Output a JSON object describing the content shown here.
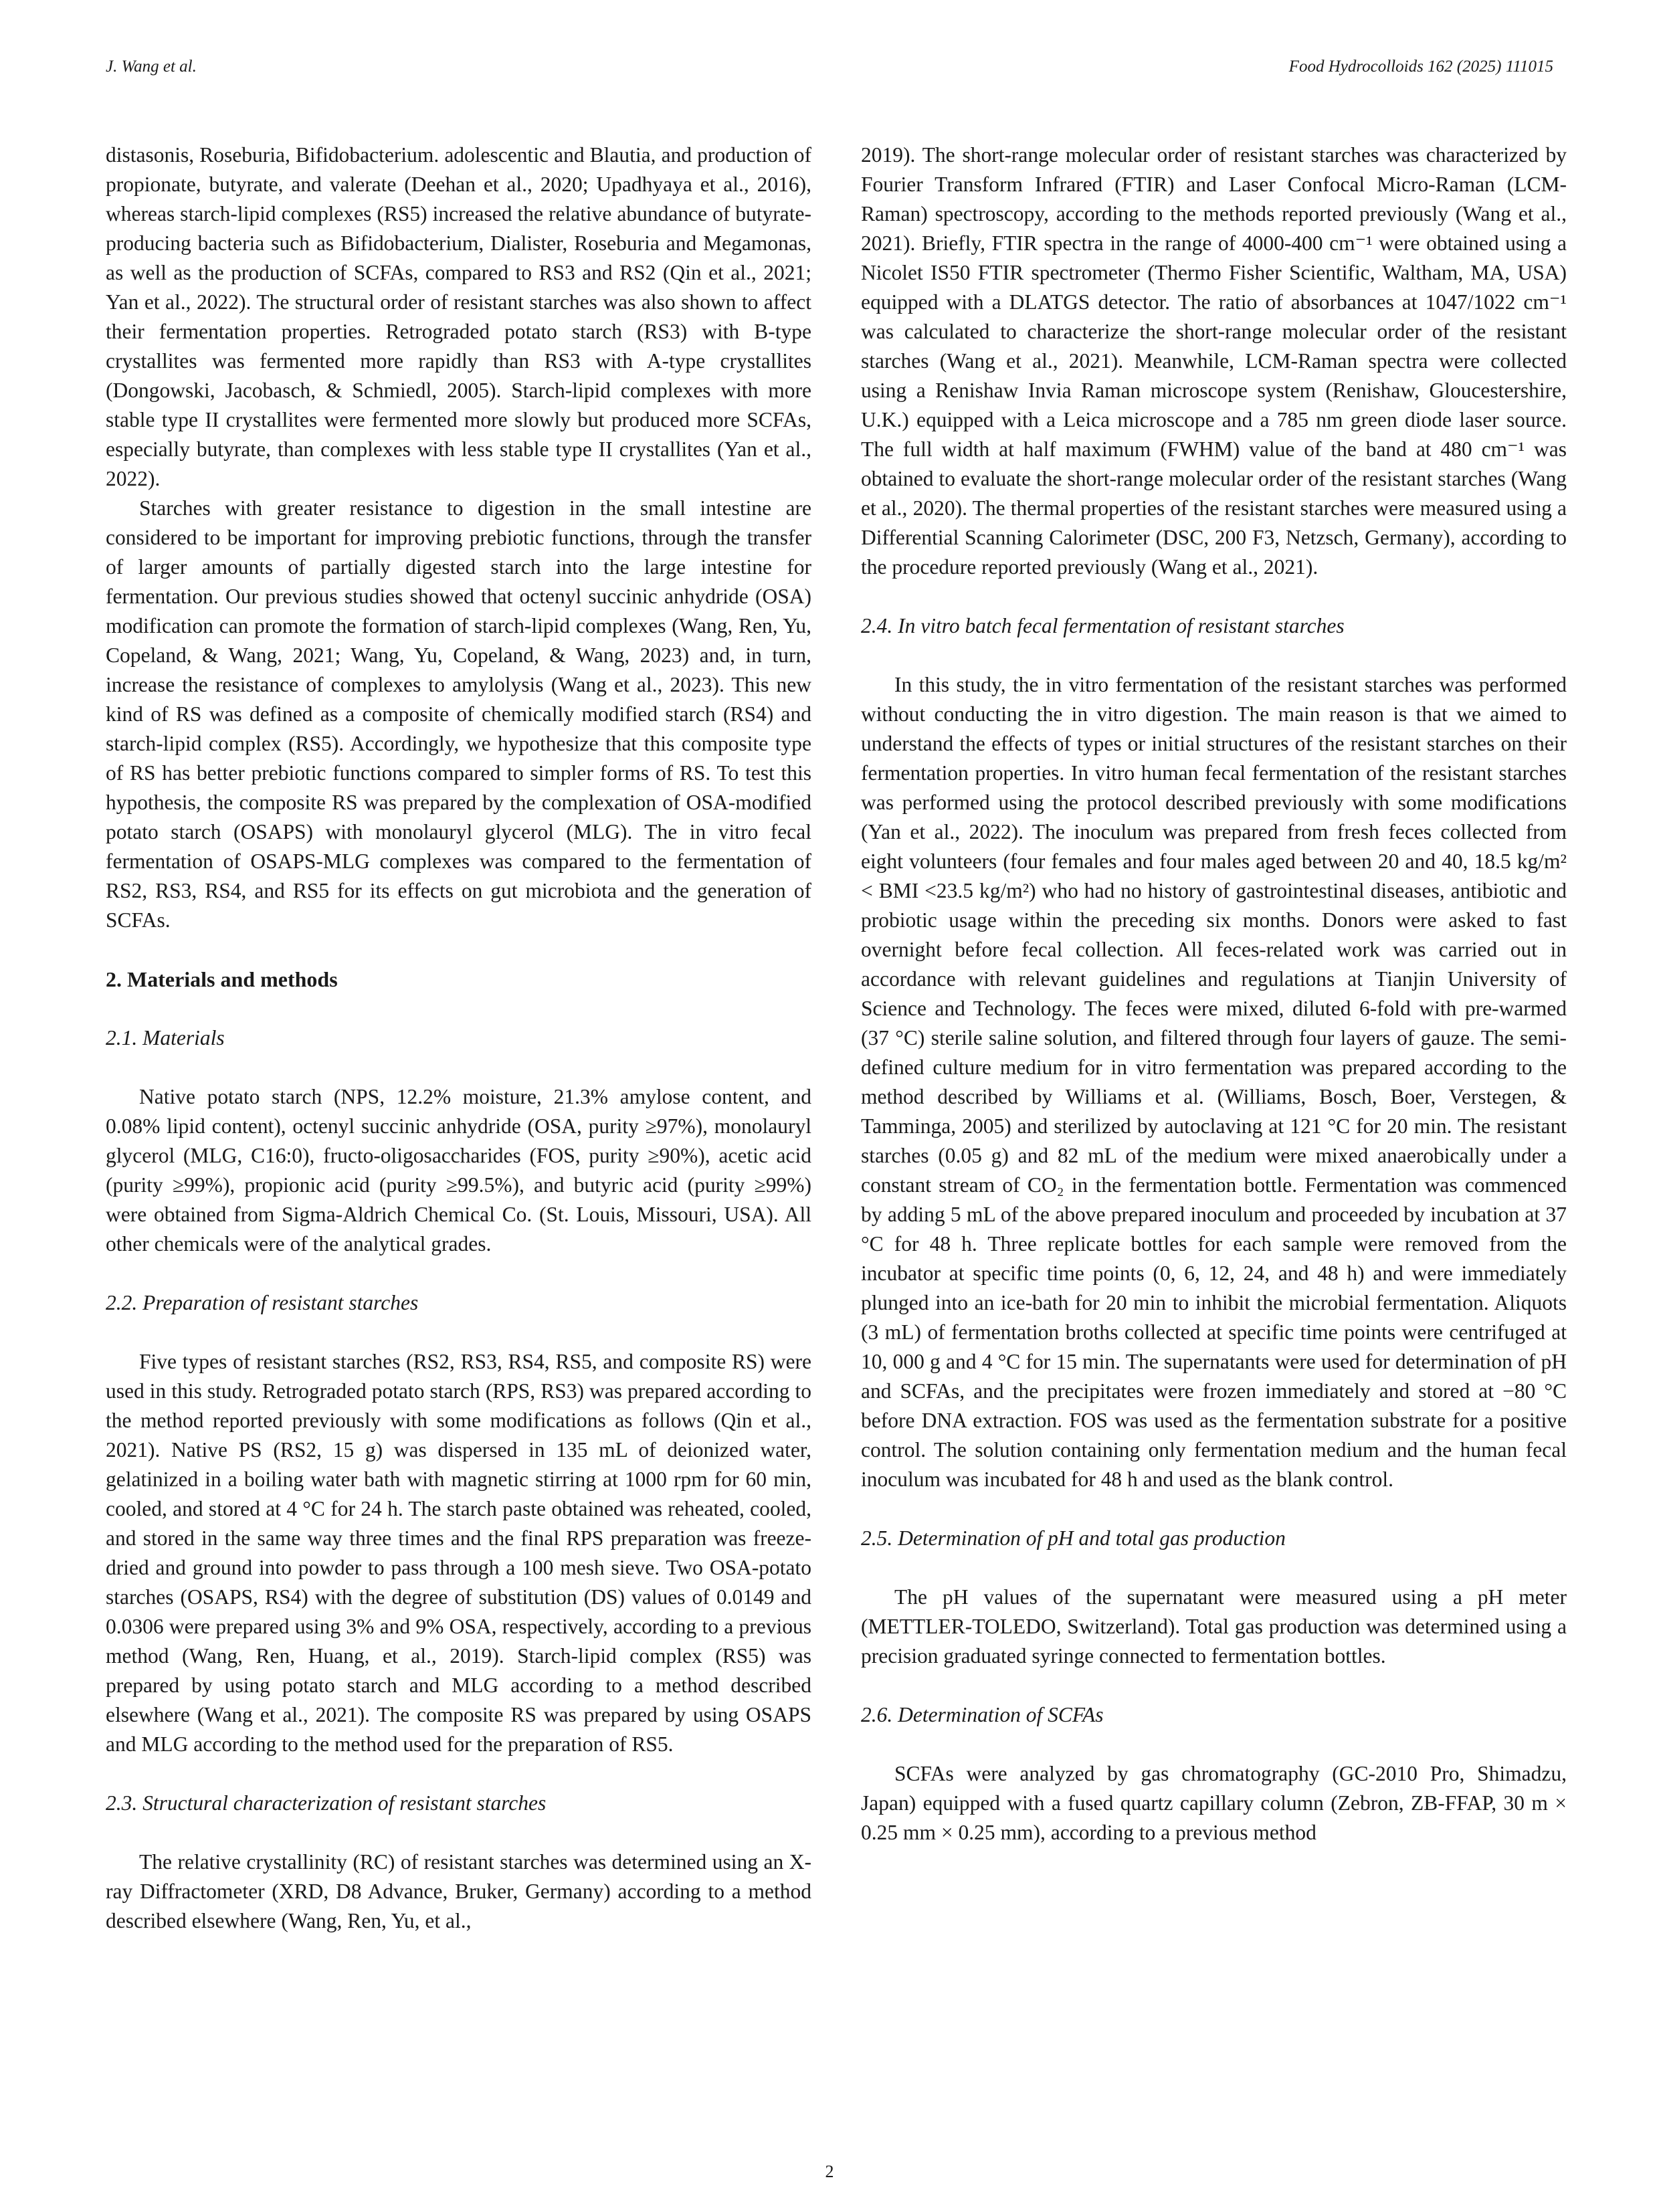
{
  "header": {
    "author": "J. Wang et al.",
    "journal": "Food Hydrocolloids 162 (2025) 111015"
  },
  "left": {
    "p1": "distasonis, Roseburia, Bifidobacterium. adolescentic and Blautia, and production of propionate, butyrate, and valerate (Deehan et al., 2020; Upadhyaya et al., 2016), whereas starch-lipid complexes (RS5) increased the relative abundance of butyrate-producing bacteria such as Bifidobacterium, Dialister, Roseburia and Megamonas, as well as the production of SCFAs, compared to RS3 and RS2 (Qin et al., 2021; Yan et al., 2022). The structural order of resistant starches was also shown to affect their fermentation properties. Retrograded potato starch (RS3) with B-type crystallites was fermented more rapidly than RS3 with A-type crystallites (Dongowski, Jacobasch, & Schmiedl, 2005). Starch-lipid complexes with more stable type II crystallites were fermented more slowly but produced more SCFAs, especially butyrate, than complexes with less stable type II crystallites (Yan et al., 2022).",
    "p2": "Starches with greater resistance to digestion in the small intestine are considered to be important for improving prebiotic functions, through the transfer of larger amounts of partially digested starch into the large intestine for fermentation. Our previous studies showed that octenyl succinic anhydride (OSA) modification can promote the formation of starch-lipid complexes (Wang, Ren, Yu, Copeland, & Wang, 2021; Wang, Yu, Copeland, & Wang, 2023) and, in turn, increase the resistance of complexes to amylolysis (Wang et al., 2023). This new kind of RS was defined as a composite of chemically modified starch (RS4) and starch-lipid complex (RS5). Accordingly, we hypothesize that this composite type of RS has better prebiotic functions compared to simpler forms of RS. To test this hypothesis, the composite RS was prepared by the complexation of OSA-modified potato starch (OSAPS) with monolauryl glycerol (MLG). The in vitro fecal fermentation of OSAPS-MLG complexes was compared to the fermentation of RS2, RS3, RS4, and RS5 for its effects on gut microbiota and the generation of SCFAs.",
    "sec2": "2.  Materials and methods",
    "s21": "2.1.  Materials",
    "p3": "Native potato starch (NPS, 12.2% moisture, 21.3% amylose content, and 0.08% lipid content), octenyl succinic anhydride (OSA, purity ≥97%), monolauryl glycerol (MLG, C16:0), fructo-oligosaccharides (FOS, purity ≥90%), acetic acid (purity ≥99%), propionic acid (purity ≥99.5%), and butyric acid (purity ≥99%) were obtained from Sigma-Aldrich Chemical Co. (St. Louis, Missouri, USA). All other chemicals were of the analytical grades.",
    "s22": "2.2.  Preparation of resistant starches",
    "p4": "Five types of resistant starches (RS2, RS3, RS4, RS5, and composite RS) were used in this study. Retrograded potato starch (RPS, RS3) was prepared according to the method reported previously with some modifications as follows (Qin et al., 2021). Native PS (RS2, 15 g) was dispersed in 135 mL of deionized water, gelatinized in a boiling water bath with magnetic stirring at 1000 rpm for 60 min, cooled, and stored at 4 °C for 24 h. The starch paste obtained was reheated, cooled, and stored in the same way three times and the final RPS preparation was freeze-dried and ground into powder to pass through a 100 mesh sieve. Two OSA-potato starches (OSAPS, RS4) with the degree of substitution (DS) values of 0.0149 and 0.0306 were prepared using 3% and 9% OSA, respectively, according to a previous method (Wang, Ren, Huang, et al., 2019). Starch-lipid complex (RS5) was prepared by using potato starch and MLG according to a method described elsewhere (Wang et al., 2021). The composite RS was prepared by using OSAPS and MLG according to the method used for the preparation of RS5.",
    "s23": "2.3.  Structural characterization of resistant starches",
    "p5": "The relative crystallinity (RC) of resistant starches was determined using an X-ray Diffractometer (XRD, D8 Advance, Bruker, Germany) according to a method described elsewhere (Wang, Ren, Yu, et al.,"
  },
  "right": {
    "p1": "2019). The short-range molecular order of resistant starches was characterized by Fourier Transform Infrared (FTIR) and Laser Confocal Micro-Raman (LCM-Raman) spectroscopy, according to the methods reported previously (Wang et al., 2021). Briefly, FTIR spectra in the range of 4000-400 cm⁻¹ were obtained using a Nicolet IS50 FTIR spectrometer (Thermo Fisher Scientific, Waltham, MA, USA) equipped with a DLATGS detector. The ratio of absorbances at 1047/1022 cm⁻¹ was calculated to characterize the short-range molecular order of the resistant starches (Wang et al., 2021). Meanwhile, LCM-Raman spectra were collected using a Renishaw Invia Raman microscope system (Renishaw, Gloucestershire, U.K.) equipped with a Leica microscope and a 785 nm green diode laser source. The full width at half maximum (FWHM) value of the band at 480 cm⁻¹ was obtained to evaluate the short-range molecular order of the resistant starches (Wang et al., 2020). The thermal properties of the resistant starches were measured using a Differential Scanning Calorimeter (DSC, 200 F3, Netzsch, Germany), according to the procedure reported previously (Wang et al., 2021).",
    "s24": "2.4.  In vitro batch fecal fermentation of resistant starches",
    "p2": "In this study, the in vitro fermentation of the resistant starches was performed without conducting the in vitro digestion. The main reason is that we aimed to understand the effects of types or initial structures of the resistant starches on their fermentation properties. In vitro human fecal fermentation of the resistant starches was performed using the protocol described previously with some modifications (Yan et al., 2022). The inoculum was prepared from fresh feces collected from eight volunteers (four females and four males aged between 20 and 40, 18.5 kg/m² < BMI <23.5 kg/m²) who had no history of gastrointestinal diseases, antibiotic and probiotic usage within the preceding six months. Donors were asked to fast overnight before fecal collection. All feces-related work was carried out in accordance with relevant guidelines and regulations at Tianjin University of Science and Technology. The feces were mixed, diluted 6-fold with pre-warmed (37 °C) sterile saline solution, and filtered through four layers of gauze. The semi-defined culture medium for in vitro fermentation was prepared according to the method described by Williams et al. (Williams, Bosch, Boer, Verstegen, & Tamminga, 2005) and sterilized by autoclaving at 121 °C for 20 min. The resistant starches (0.05 g) and 82 mL of the medium were mixed anaerobically under a constant stream of CO₂ in the fermentation bottle. Fermentation was commenced by adding 5 mL of the above prepared inoculum and proceeded by incubation at 37 °C for 48 h. Three replicate bottles for each sample were removed from the incubator at specific time points (0, 6, 12, 24, and 48 h) and were immediately plunged into an ice-bath for 20 min to inhibit the microbial fermentation. Aliquots (3 mL) of fermentation broths collected at specific time points were centrifuged at 10, 000 g and 4 °C for 15 min. The supernatants were used for determination of pH and SCFAs, and the precipitates were frozen immediately and stored at −80 °C before DNA extraction. FOS was used as the fermentation substrate for a positive control. The solution containing only fermentation medium and the human fecal inoculum was incubated for 48 h and used as the blank control.",
    "s25": "2.5.  Determination of pH and total gas production",
    "p3": "The pH values of the supernatant were measured using a pH meter (METTLER-TOLEDO, Switzerland). Total gas production was determined using a precision graduated syringe connected to fermentation bottles.",
    "s26": "2.6.  Determination of SCFAs",
    "p4": "SCFAs were analyzed by gas chromatography (GC-2010 Pro, Shimadzu, Japan) equipped with a fused quartz capillary column (Zebron, ZB-FFAP, 30 m × 0.25 mm × 0.25 mm), according to a previous method"
  },
  "page_number": "2"
}
